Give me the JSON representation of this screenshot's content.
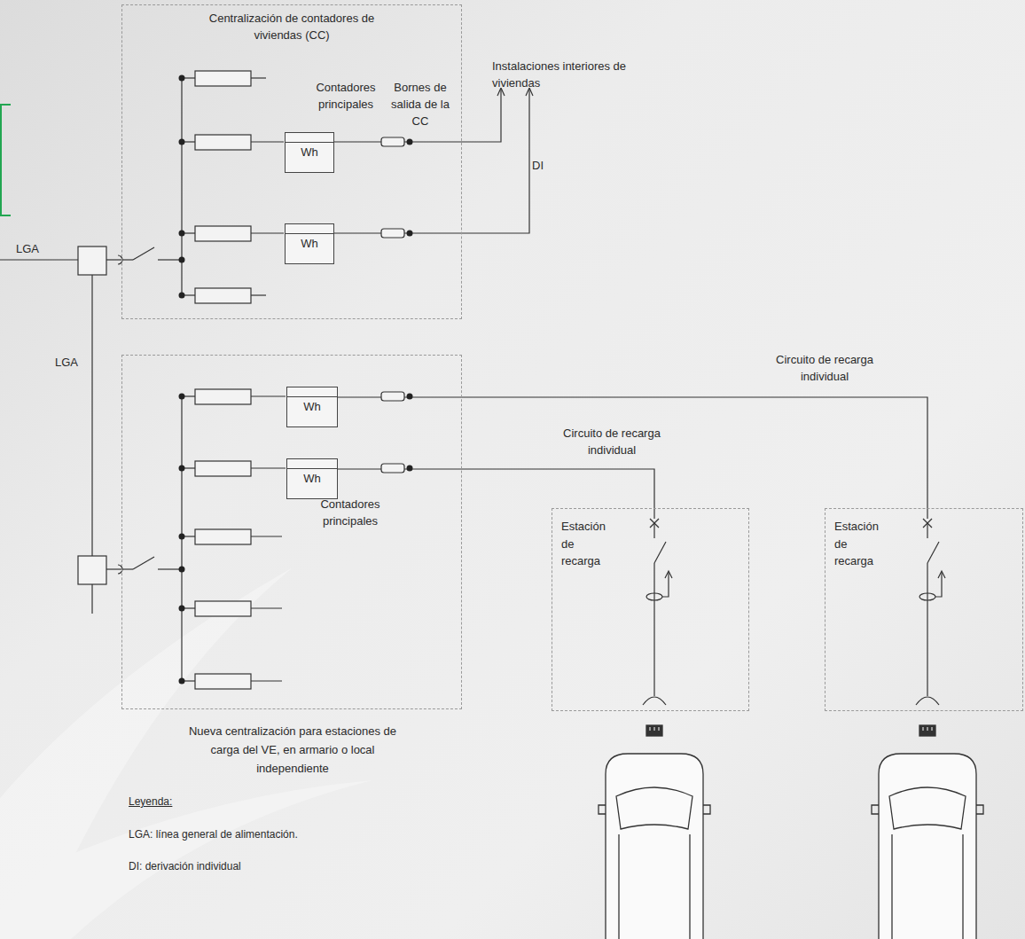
{
  "diagram": {
    "nodes": [
      {
        "text": [
          "Centralización de contadores de viviendas (CC)"
        ]
      },
      {
        "text": [
          "Wh"
        ],
        "in": 0
      },
      {
        "text": [
          "Wh"
        ],
        "in": 0
      },
      {
        "text": [
          "Nueva centralización para estaciones de carga del VE, en armario o local independiente"
        ]
      },
      {
        "text": [
          "Wh"
        ],
        "in": 3
      },
      {
        "text": [
          "Wh"
        ],
        "in": 3
      },
      {
        "text": [
          "Estación de recarga"
        ]
      },
      {
        "text": [
          "Estación de recarga"
        ]
      }
    ],
    "edges": [
      {
        "from": 5,
        "to": 6,
        "arrow": "none",
        "label": "Circuito de recarga individual"
      },
      {
        "from": 4,
        "to": 7,
        "arrow": "none",
        "label": "Circuito de recarga individual"
      }
    ],
    "labels": [
      "Contadores principales",
      "Bornes de salida de la CC",
      "Instalaciones interiores de viviendas",
      "DI",
      "LGA",
      "LGA",
      "Contadores principales",
      "Leyenda:"
    ],
    "legend": [
      {
        "text": "LGA: línea general de alimentación."
      },
      {
        "text": "DI: derivación individual"
      }
    ]
  }
}
